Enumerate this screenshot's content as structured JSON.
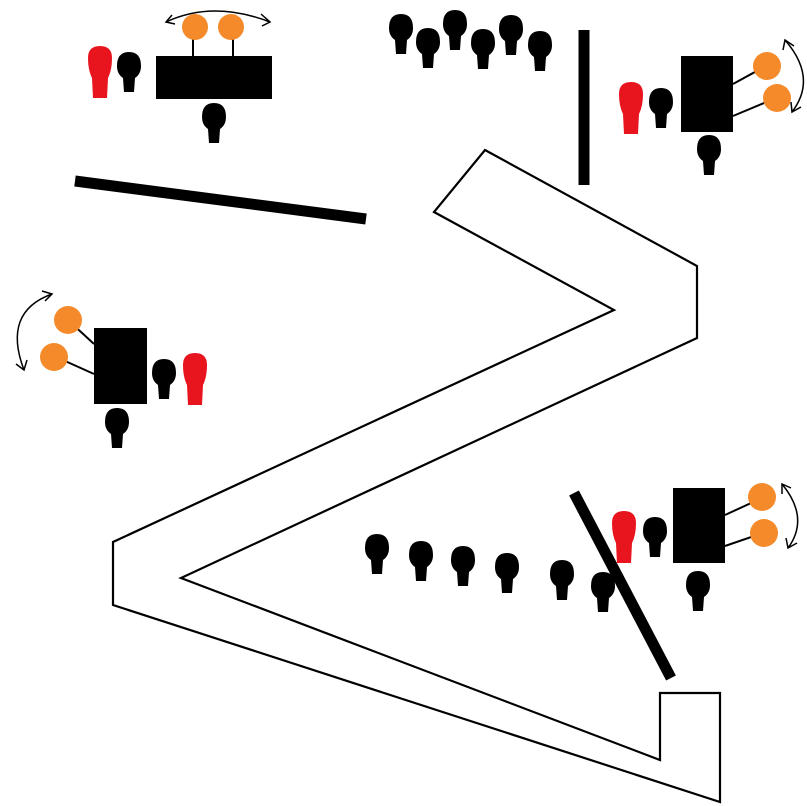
{
  "colors": {
    "background": "#ffffff",
    "ink": "#000000",
    "ball": "#f48a2a",
    "highlight": "#e8141e"
  },
  "icons": {
    "figure": "person-icon",
    "highlighted_figure": "highlighted-person-icon",
    "ball": "ball-icon",
    "swap_arrow": "swap-arrow-icon"
  },
  "stations": [
    {
      "id": "top-left",
      "orientation": "horizontal",
      "balls": 2,
      "figures": 2,
      "highlighted": 1
    },
    {
      "id": "top-right",
      "orientation": "vertical",
      "balls": 2,
      "figures": 2,
      "highlighted": 1
    },
    {
      "id": "middle-left",
      "orientation": "vertical",
      "balls": 2,
      "figures": 2,
      "highlighted": 1
    },
    {
      "id": "bottom-right",
      "orientation": "vertical",
      "balls": 2,
      "figures": 2,
      "highlighted": 1
    }
  ],
  "groups": [
    {
      "id": "top-group",
      "count": 6
    },
    {
      "id": "bottom-group",
      "count": 6
    }
  ]
}
